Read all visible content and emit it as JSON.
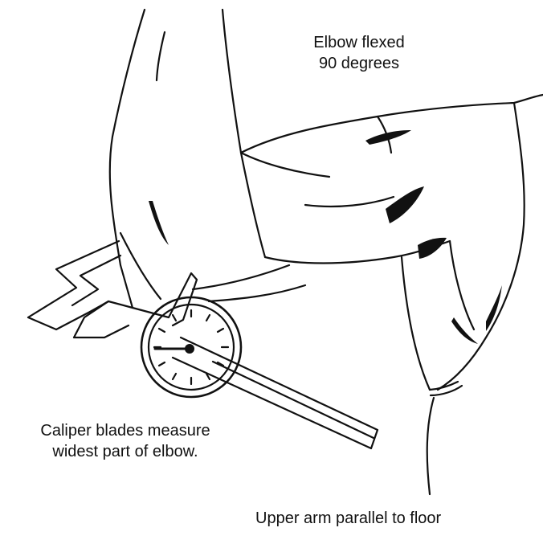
{
  "labels": {
    "elbow_flexed_line1": "Elbow flexed",
    "elbow_flexed_line2": "90 degrees",
    "caliper_line1": "Caliper blades measure",
    "caliper_line2": "widest part of elbow.",
    "upper_arm": "Upper arm parallel to floor"
  },
  "colors": {
    "ink": "#111111",
    "background": "#ffffff"
  },
  "icons": {
    "caliper": "dial-caliper-icon"
  }
}
